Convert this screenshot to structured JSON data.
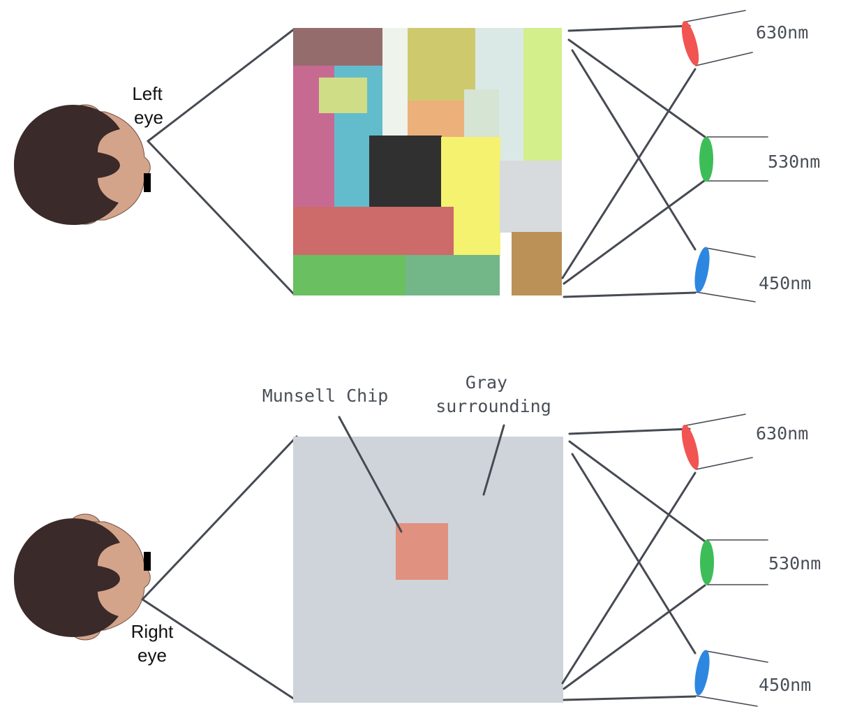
{
  "top_panel": {
    "eye_label_line1": "Left",
    "eye_label_line2": "eye",
    "cones": [
      {
        "wavelength": "630nm",
        "color": "#f25451"
      },
      {
        "wavelength": "530nm",
        "color": "#3dbd57"
      },
      {
        "wavelength": "450nm",
        "color": "#2d87e0"
      }
    ]
  },
  "bottom_panel": {
    "eye_label_line1": "Right",
    "eye_label_line2": "eye",
    "chip_label": "Munsell Chip",
    "surround_label_line1": "Gray",
    "surround_label_line2": "surrounding",
    "chip_color": "#e0917f",
    "surround_color": "#cfd4da",
    "cones": [
      {
        "wavelength": "630nm",
        "color": "#f25451"
      },
      {
        "wavelength": "530nm",
        "color": "#3dbd57"
      },
      {
        "wavelength": "450nm",
        "color": "#2d87e0"
      }
    ]
  },
  "colors": {
    "hair": "#3a2a2a",
    "skin": "#d4a48a",
    "mondrian_patches": [
      "#946c6c",
      "#c76a92",
      "#63bccc",
      "#eef3ec",
      "#cfc96e",
      "#dbe9e6",
      "#d2ef8b",
      "#cfdd86",
      "#ecb07b",
      "#d6e4d4",
      "#303030",
      "#f4f26f",
      "#d8dbdd",
      "#cd6a6a",
      "#6abf61",
      "#73b687",
      "#bb9158"
    ]
  }
}
